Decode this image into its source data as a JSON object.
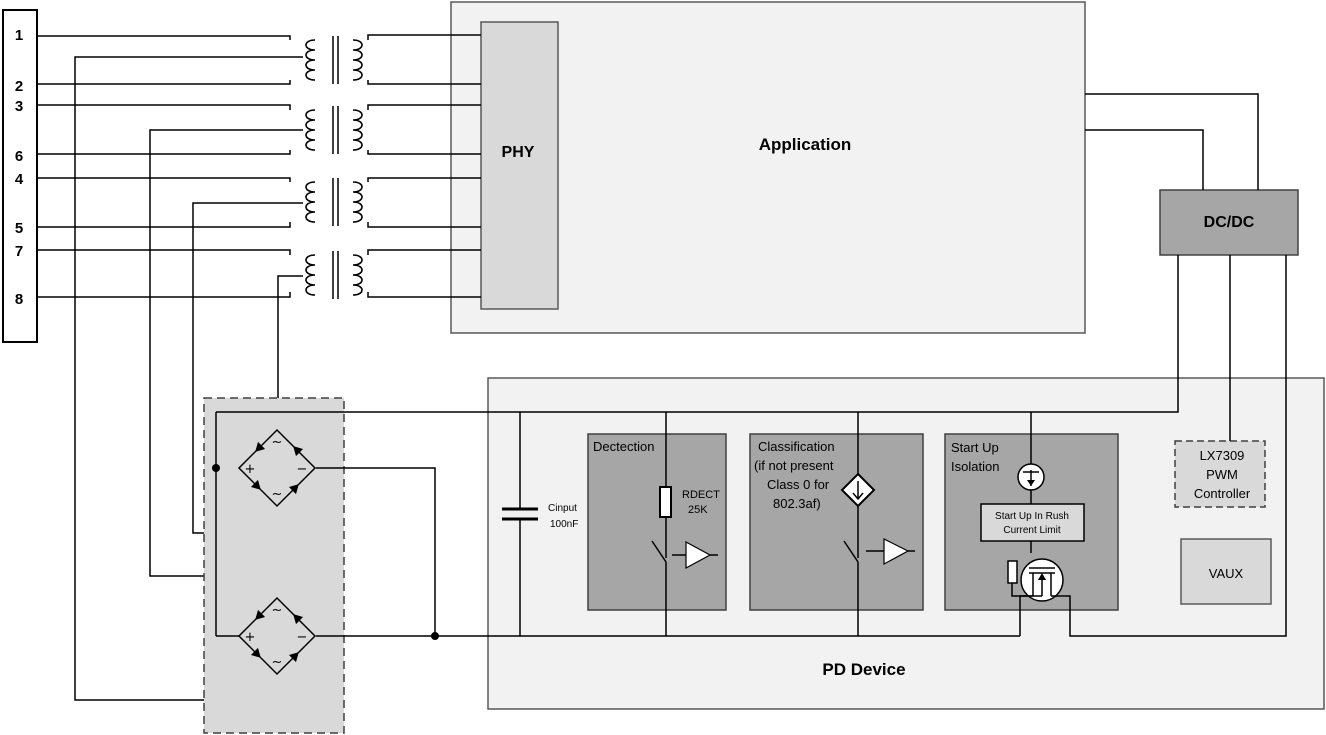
{
  "connector": {
    "pins": [
      "1",
      "2",
      "3",
      "6",
      "4",
      "5",
      "7",
      "8"
    ]
  },
  "blocks": {
    "phy": "PHY",
    "application": "Application",
    "dcdc": "DC/DC",
    "pd_device": "PD Device",
    "vaux": "VAUX"
  },
  "pd": {
    "cinput": [
      "Cinput",
      "100nF"
    ],
    "detection": {
      "title": "Dectection",
      "resistor": [
        "RDECT",
        "25K"
      ]
    },
    "classification": {
      "lines": [
        "Classification",
        "(if not present",
        "Class 0 for",
        "802.3af)"
      ]
    },
    "startup": {
      "lines": [
        "Start Up",
        "Isolation"
      ],
      "limit": [
        "Start Up In Rush",
        "Current Limit"
      ]
    },
    "pwm": [
      "LX7309",
      "PWM",
      "Controller"
    ]
  },
  "colors": {
    "box_light": "#f2f2f2",
    "box_mid": "#d9d9d9",
    "box_dark": "#a6a6a6",
    "wire": "#000000"
  }
}
